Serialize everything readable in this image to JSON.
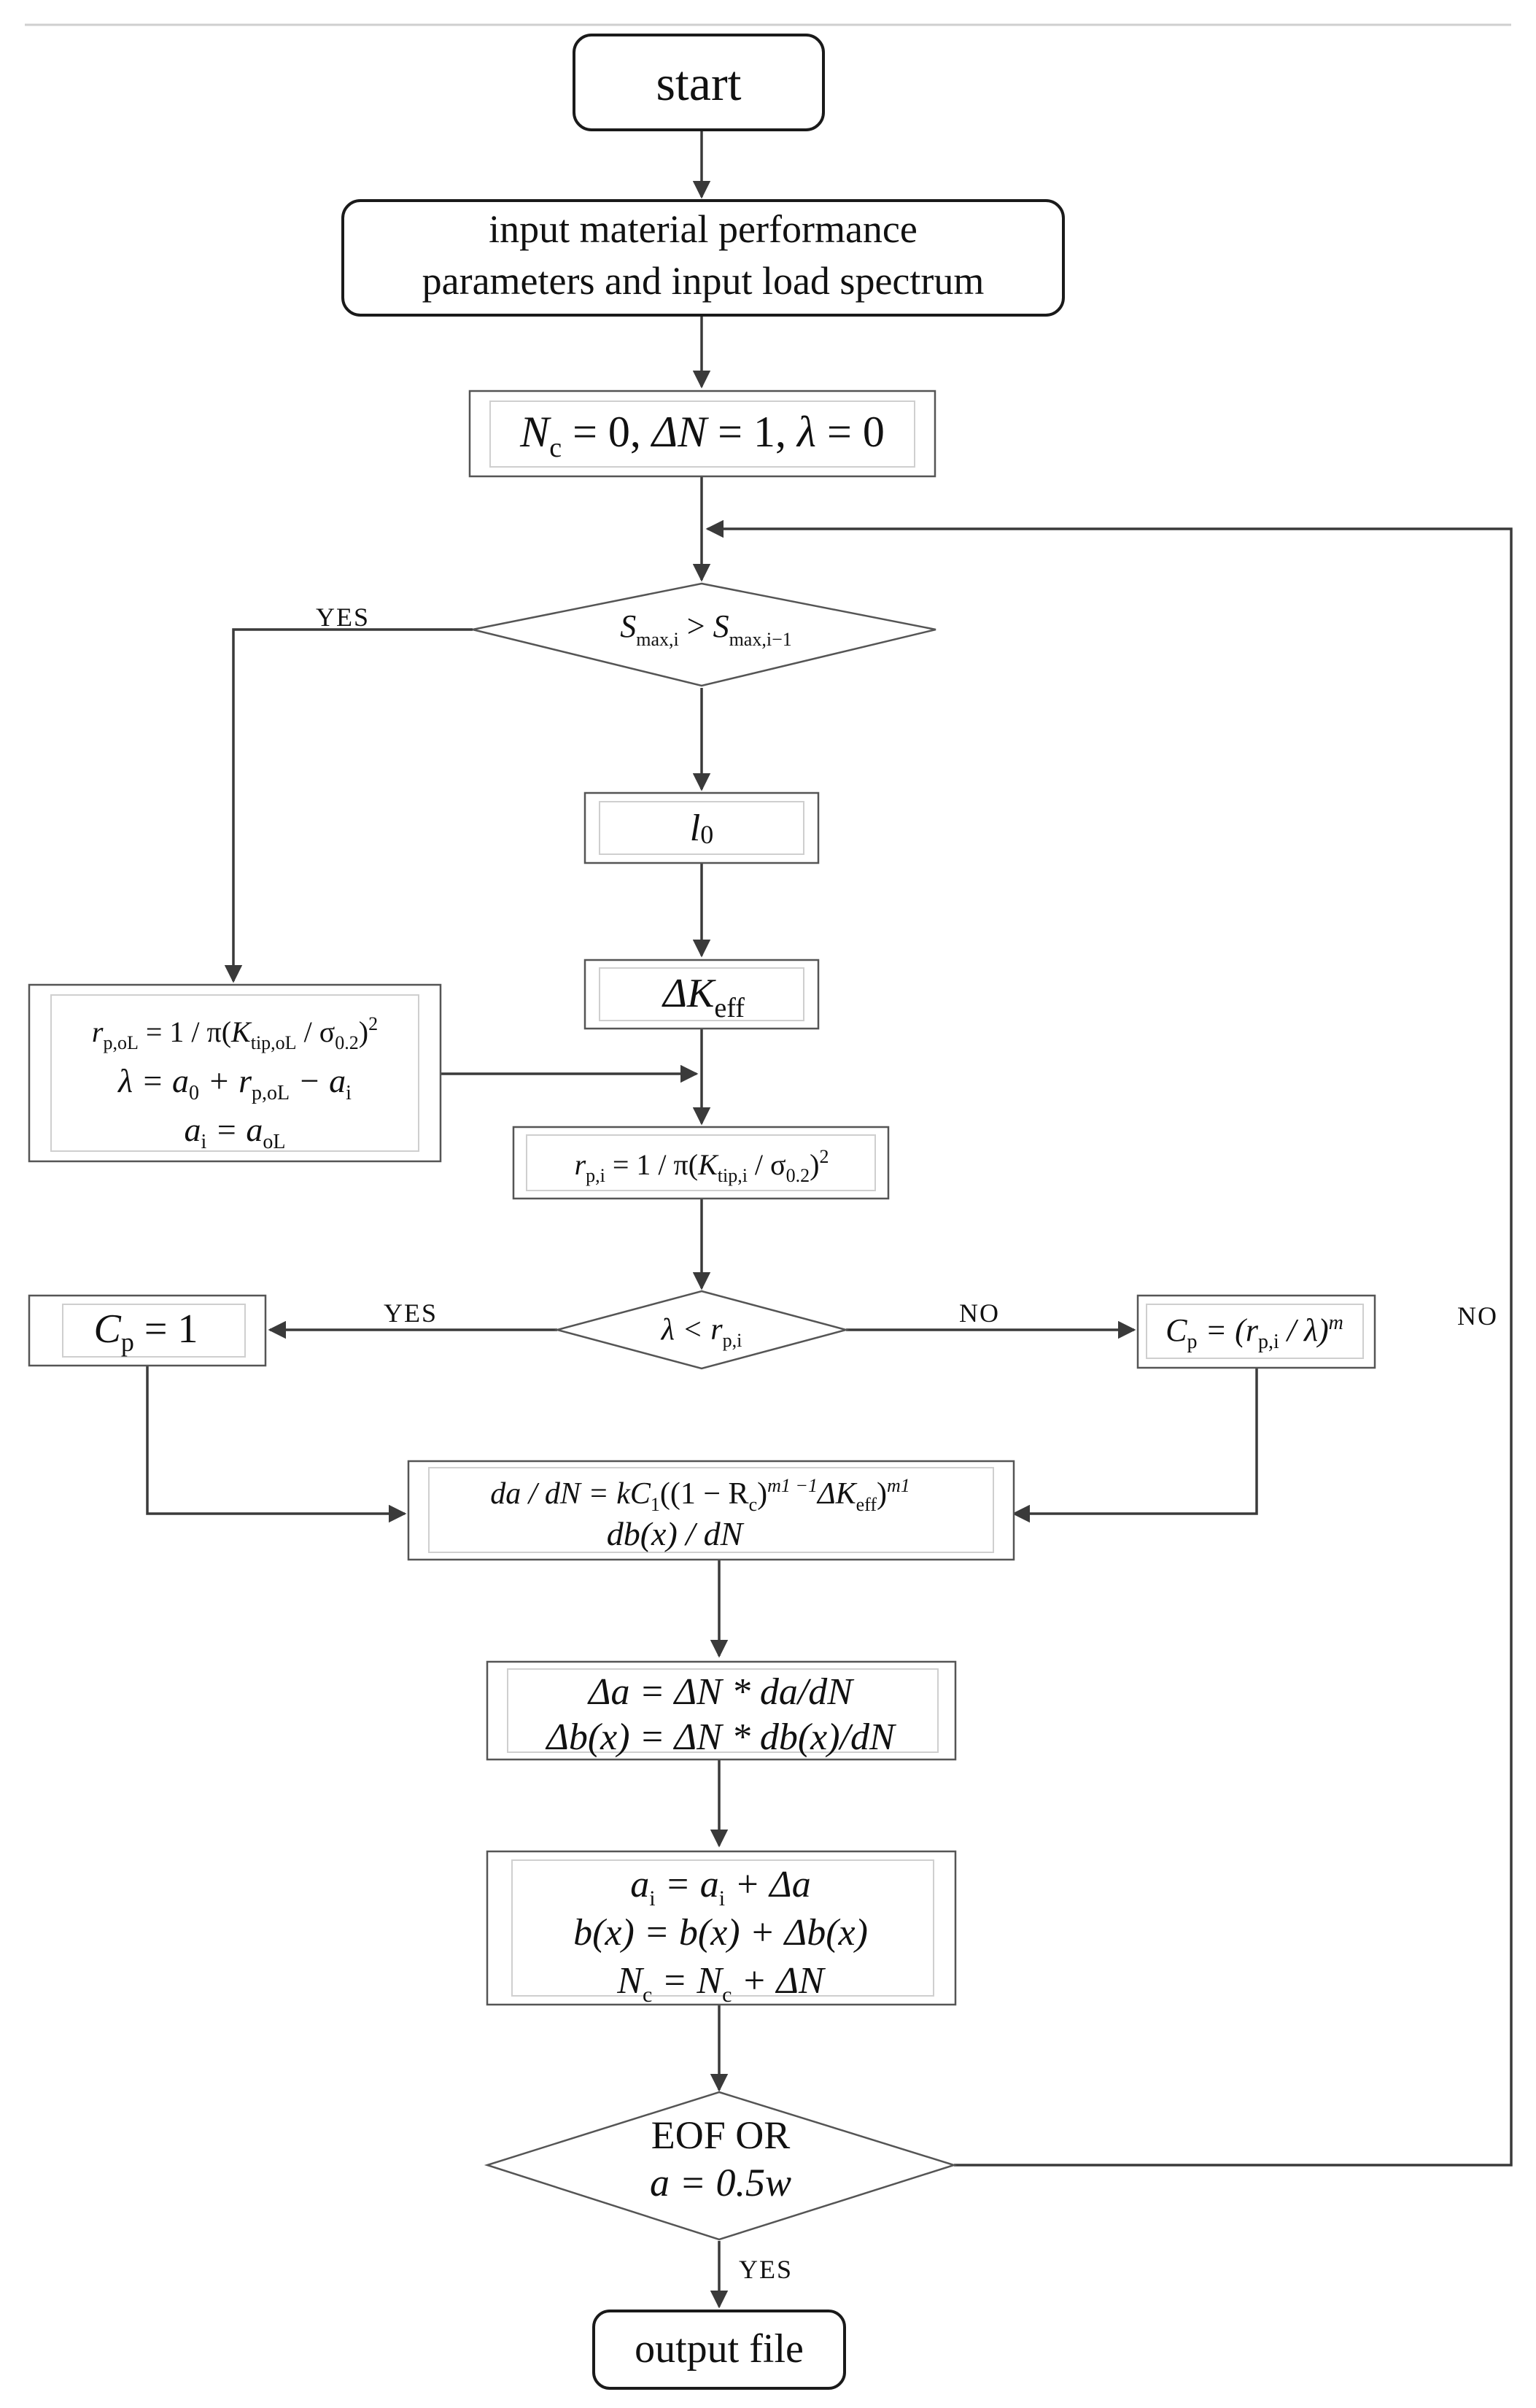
{
  "nodes": {
    "start": "start",
    "input_line1": "input material performance",
    "input_line2": "parameters and input load spectrum",
    "init": {
      "Nc": "N",
      "c": "c",
      "eq1": " = 0, ",
      "dN": "ΔN",
      "eq2": " = 1, ",
      "lam": "λ",
      "eq3": " = 0"
    },
    "decision1": {
      "S1": "S",
      "sub1": "max,i",
      "gt": " > ",
      "S2": "S",
      "sub2": "max,i−1"
    },
    "l0": {
      "l": "l",
      "sub": "0"
    },
    "dKeff": {
      "dK": "ΔK",
      "sub": "eff"
    },
    "overload": {
      "l1_r": "r",
      "l1_rsub": "p,oL",
      "l1_eq": " = 1 / π(",
      "l1_K": "K",
      "l1_Ksub": "tip,oL",
      "l1_div": " / σ",
      "l1_sig": "0.2",
      "l1_end": ")",
      "l1_sup": "2",
      "l2": "λ = a",
      "l2_0": "0",
      "l2_plus": " + r",
      "l2_psub": "p,oL",
      "l2_minus": " − a",
      "l2_i": "i",
      "l3_a": "a",
      "l3_i": "i",
      "l3_eq": " = a",
      "l3_sub": "oL"
    },
    "rpi": {
      "r": "r",
      "rsub": "p,i",
      "eq": " = 1 / π(",
      "K": "K",
      "Ksub": "tip,i",
      "div": " / σ",
      "sig": "0.2",
      "end": ")",
      "sup": "2"
    },
    "decision2": {
      "lam": "λ",
      "lt": " < r",
      "sub": "p,i"
    },
    "cp_one": {
      "C": "C",
      "sub": "p",
      "eq": " = 1"
    },
    "cp_ratio": {
      "C": "C",
      "sub": "p",
      "eq": " = (r",
      "rsub": "p,i",
      "div": " / λ)",
      "sup": "m"
    },
    "rate": {
      "l1a": "da / dN = kC",
      "l1_1": "1",
      "l1b": "((1 − R",
      "l1_c": "c",
      "l1c": ")",
      "l1_sup": "m1 −1",
      "l1d": "ΔK",
      "l1_eff": "eff",
      "l1e": ")",
      "l1_sup2": "m1",
      "l2": "db(x) / dN"
    },
    "increment": {
      "l1": "Δa = ΔN * da/dN",
      "l2": "Δb(x) = ΔN * db(x)/dN"
    },
    "update": {
      "l1": "a",
      "l1_i": "i",
      "l1_eq": " = a",
      "l1_i2": "i",
      "l1_plus": " + Δa",
      "l2": "b(x) = b(x) + Δb(x)",
      "l3": "N",
      "l3_c": "c",
      "l3_eq": " = N",
      "l3_c2": "c",
      "l3_plus": " + ΔN"
    },
    "decision3_line1": "EOF OR",
    "decision3_line2": "a = 0.5w",
    "output": "output file"
  },
  "edge_labels": {
    "yes_overload": "YES",
    "yes_cp": "YES",
    "no_cp": "NO",
    "no_loop": "NO",
    "yes_output": "YES"
  }
}
